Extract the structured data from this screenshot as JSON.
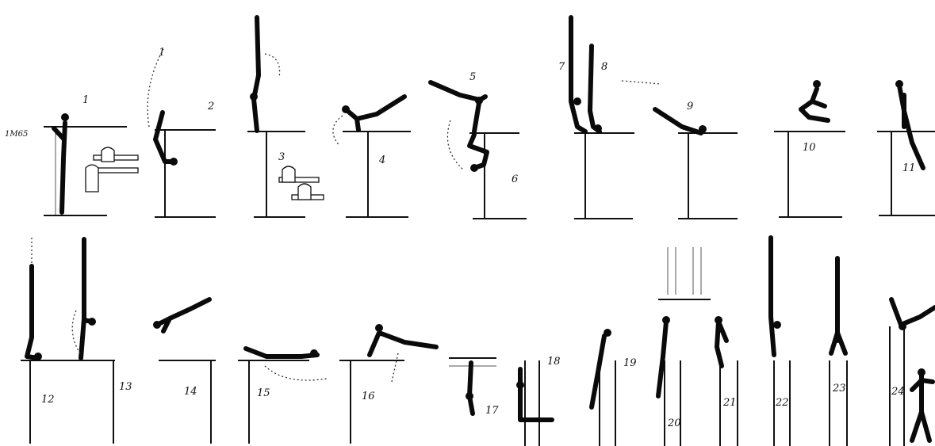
{
  "height_label": "1M65",
  "steps": [
    {
      "number": "1"
    },
    {
      "number": "2"
    },
    {
      "number": "3"
    },
    {
      "number": "4"
    },
    {
      "number": "5"
    },
    {
      "number": "6"
    },
    {
      "number": "7"
    },
    {
      "number": "8"
    },
    {
      "number": "9"
    },
    {
      "number": "10"
    },
    {
      "number": "11"
    },
    {
      "number": "12"
    },
    {
      "number": "13"
    },
    {
      "number": "14"
    },
    {
      "number": "15"
    },
    {
      "number": "16"
    },
    {
      "number": "17"
    },
    {
      "number": "18"
    },
    {
      "number": "19"
    },
    {
      "number": "20"
    },
    {
      "number": "21"
    },
    {
      "number": "22"
    },
    {
      "number": "23"
    },
    {
      "number": "24"
    }
  ]
}
